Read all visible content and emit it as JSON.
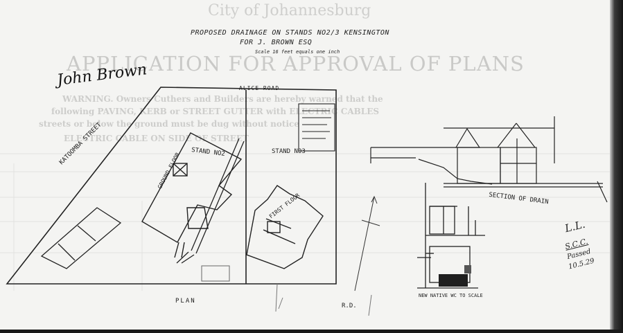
{
  "form": {
    "city": "City of Johannesburg",
    "heading": "APPLICATION FOR APPROVAL OF PLANS",
    "faint_lines": [
      "WARNING. Owners Cuthers and Builders are hereby warned that the",
      "following PAVING, KERB or STREET GUTTER with ELECTRIC CABLES",
      "streets or below the ground must be dug without notice",
      "ELECTRIC CABLE ON SIDE OF STREET"
    ]
  },
  "drawing": {
    "title_line1": "PROPOSED DRAINAGE ON STANDS NO2/3 KENSINGTON",
    "title_line2": "FOR J. BROWN ESQ",
    "scale_note": "Scale 16 feet equals one inch",
    "signature": "John Brown",
    "road_label": "ALICE ROAD",
    "street_label": "KATOOMBA STREET",
    "stand_left": "STAND NO2",
    "stand_right": "STAND NO3",
    "ground_floor": "GROUND FLOOR",
    "first_floor": "FIRST FLOOR",
    "plan_label": "PLAN",
    "section_label": "SECTION OF DRAIN",
    "native_wc_label": "NEW NATIVE WC TO SCALE",
    "rd_mark": "R.D."
  },
  "approval_stamp": {
    "line1": "L.L.",
    "line2": "S.C.C.",
    "line3": "Passed",
    "date": "10.5.29"
  }
}
